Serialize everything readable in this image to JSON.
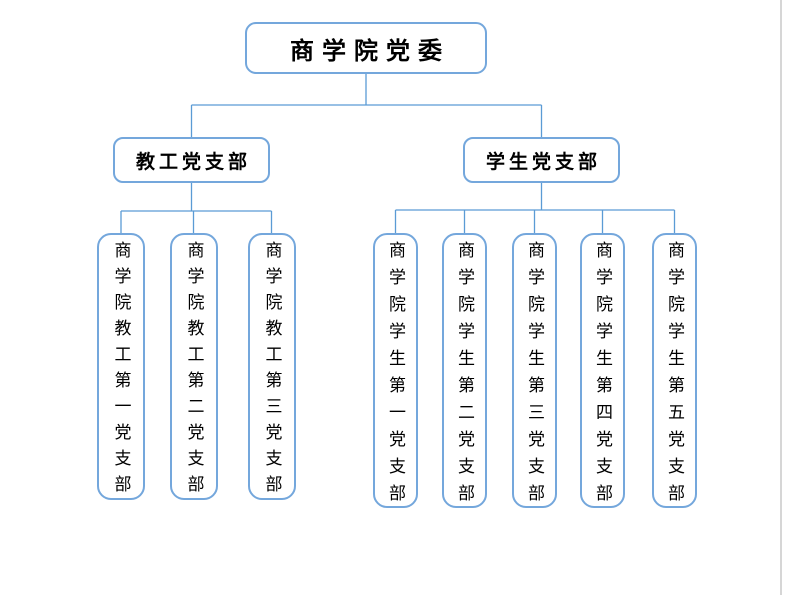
{
  "colors": {
    "accent": "#5b9bd5",
    "node_border": "#74a7dc",
    "text": "#000000",
    "background": "#ffffff",
    "page_edge": "#d6d6d6"
  },
  "org_chart": {
    "type": "organization-chart",
    "root": {
      "label": "商学院党委"
    },
    "branches": [
      {
        "label": "教工党支部",
        "children": [
          {
            "label": "商学院教工第一党支部"
          },
          {
            "label": "商学院教工第二党支部"
          },
          {
            "label": "商学院教工第三党支部"
          }
        ]
      },
      {
        "label": "学生党支部",
        "children": [
          {
            "label": "商学院学生第一党支部"
          },
          {
            "label": "商学院学生第二党支部"
          },
          {
            "label": "商学院学生第三党支部"
          },
          {
            "label": "商学院学生第四党支部"
          },
          {
            "label": "商学院学生第五党支部"
          }
        ]
      }
    ]
  }
}
